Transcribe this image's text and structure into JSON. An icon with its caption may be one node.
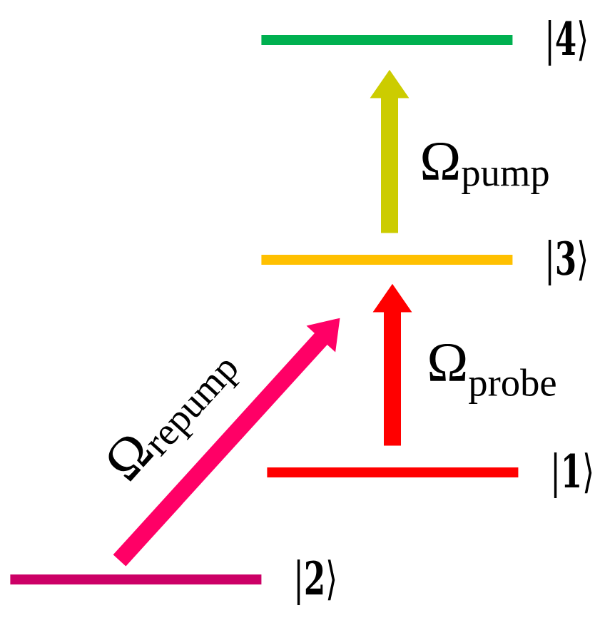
{
  "diagram": {
    "nodes": [
      {
        "text": [
          "|**4**⟩"
        ]
      },
      {
        "text": [
          "|**3**⟩"
        ]
      },
      {
        "text": [
          "|**1**⟩"
        ]
      },
      {
        "text": [
          "|**2**⟩"
        ]
      }
    ],
    "edges": [
      {
        "from": 1,
        "to": 0,
        "arrow": "to",
        "label": "Ω$_{pump}$",
        "color": "#cccc00"
      },
      {
        "from": 2,
        "to": 1,
        "arrow": "to",
        "label": "Ω$_{probe}$",
        "color": "#ff0000"
      },
      {
        "from": 3,
        "to": 1,
        "arrow": "to",
        "label": "Ω$_{repump}$",
        "color": "#ff0066"
      }
    ]
  }
}
